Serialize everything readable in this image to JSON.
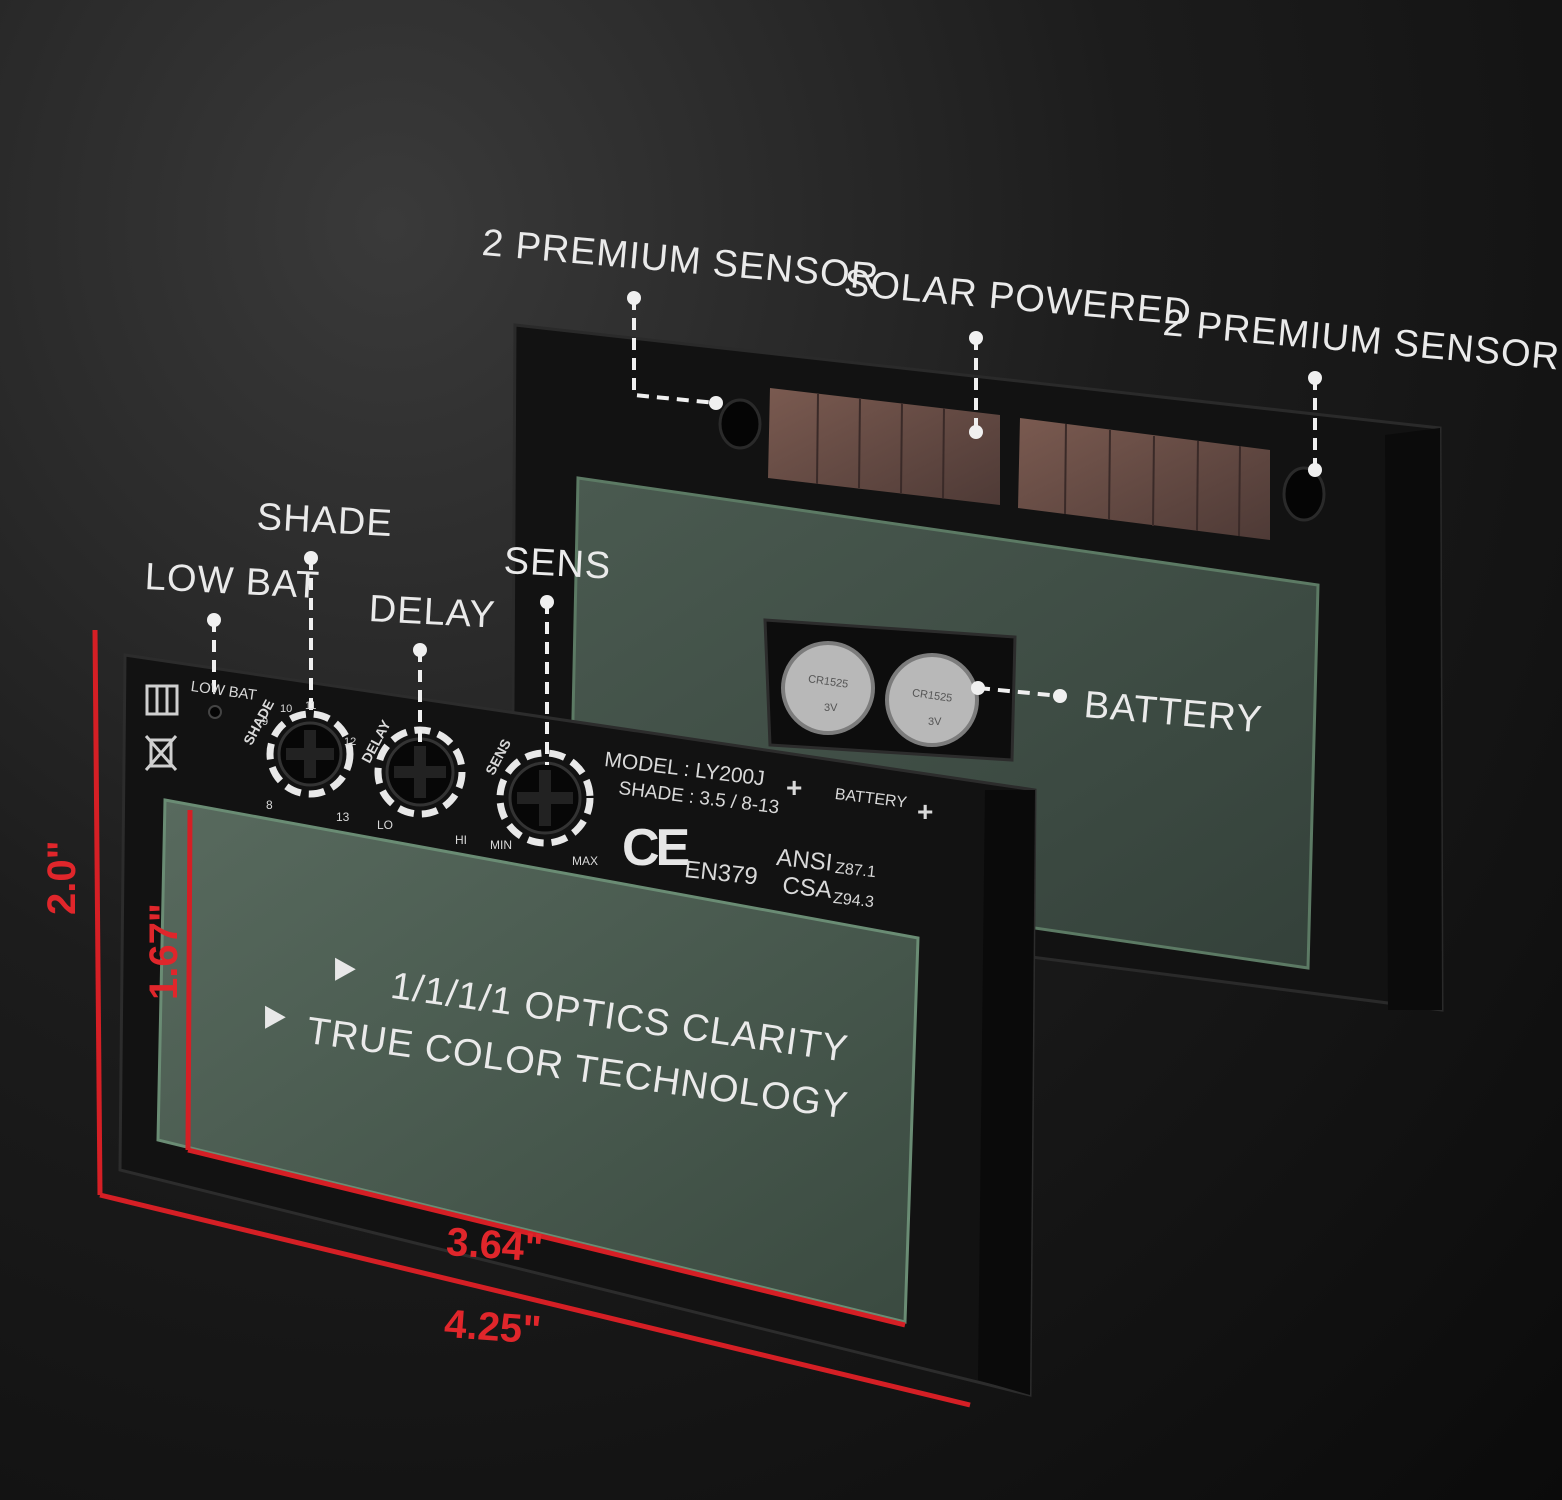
{
  "callouts": {
    "sensor_left": "2 PREMIUM SENSOR",
    "solar": "SOLAR POWERED",
    "sensor_right": "2 PREMIUM SENSOR",
    "battery": "BATTERY",
    "shade": "SHADE",
    "low_bat": "LOW BAT",
    "delay": "DELAY",
    "sens": "SENS"
  },
  "panel": {
    "low_bat_small": "LOW BAT",
    "knob_shade": "SHADE",
    "knob_delay": "DELAY",
    "knob_sens": "SENS",
    "shade_ticks": {
      "min": "8",
      "t9": "9",
      "t10": "10",
      "t11": "11",
      "t12": "12",
      "max": "13"
    },
    "delay_lo": "LO",
    "delay_hi": "HI",
    "sens_min": "MIN",
    "sens_max": "MAX",
    "model": "MODEL : LY200J",
    "shade_range": "SHADE : 3.5 / 8-13",
    "battery_label": "BATTERY",
    "plus": "+",
    "ce": "CE",
    "en": "EN379",
    "ansi": "ANSI",
    "ansi_std": "Z87.1",
    "csa": "CSA",
    "csa_std": "Z94.3",
    "cell_text": "CR1525",
    "cell_volt": "3V"
  },
  "lens": {
    "line1": "1/1/1/1 OPTICS CLARITY",
    "line2": "TRUE COLOR TECHNOLOGY"
  },
  "dimensions": {
    "height_outer": "2.0\"",
    "height_view": "1.67\"",
    "width_view": "3.64\"",
    "width_outer": "4.25\""
  },
  "colors": {
    "accent_red": "#e0262b",
    "lens_green": "#3f4d44",
    "frame": "#111111"
  }
}
